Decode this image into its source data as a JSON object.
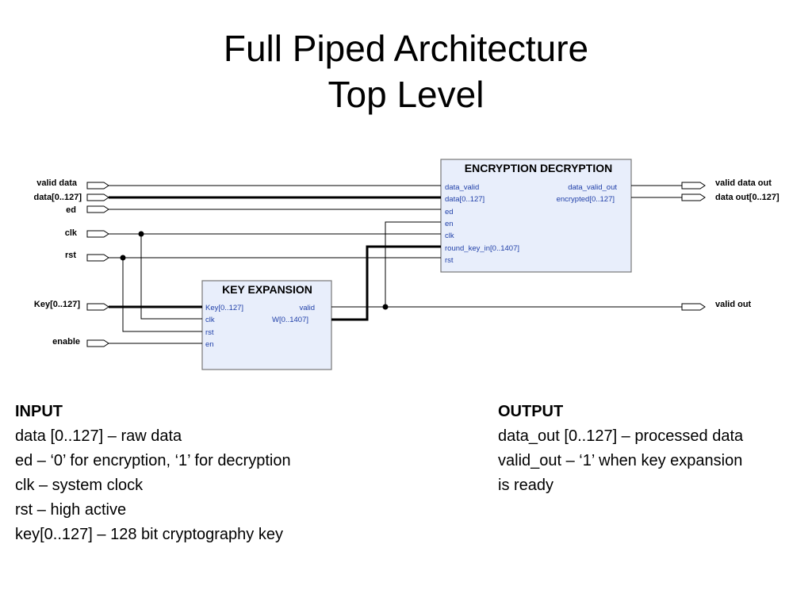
{
  "title": {
    "line1": "Full Piped Architecture",
    "line2": "Top Level"
  },
  "inputs": {
    "valid_data": "valid data",
    "data": "data[0..127]",
    "ed": "ed",
    "clk": "clk",
    "rst": "rst",
    "key": "Key[0..127]",
    "enable": "enable"
  },
  "outputs": {
    "valid_data_out": "valid data out",
    "data_out": "data out[0..127]",
    "valid_out": "valid out"
  },
  "enc_block": {
    "title": "ENCRYPTION DECRYPTION",
    "in_ports": [
      "data_valid",
      "data[0..127]",
      "ed",
      "en",
      "clk",
      "round_key_in[0..1407]",
      "rst"
    ],
    "out_ports": [
      "data_valid_out",
      "encrypted[0..127]"
    ]
  },
  "key_block": {
    "title": "KEY EXPANSION",
    "in_ports": [
      "Key[0..127]",
      "clk",
      "rst",
      "en"
    ],
    "out_ports": [
      "valid",
      "W[0..1407]"
    ]
  },
  "colors": {
    "block_fill": "#e8eefb",
    "block_border": "#777777",
    "port_text": "#1f3fa8",
    "wire": "#000000"
  },
  "notes_input": {
    "heading": "INPUT",
    "lines": [
      "data [0..127] – raw data",
      "ed – ‘0’ for encryption, ‘1’ for decryption",
      "clk – system clock",
      "rst – high active",
      "key[0..127] – 128 bit cryptography key"
    ]
  },
  "notes_output": {
    "heading": "OUTPUT",
    "lines": [
      "data_out [0..127] – processed data",
      "valid_out – ‘1’ when key expansion",
      "is ready"
    ]
  }
}
